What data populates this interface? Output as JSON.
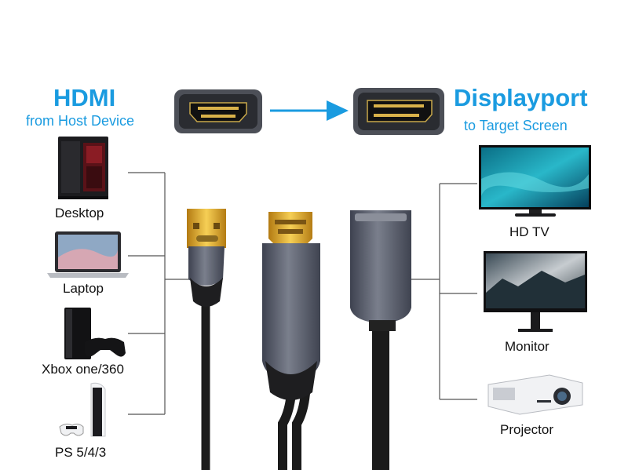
{
  "left_header": {
    "title": "HDMI",
    "subtitle": "from Host Device"
  },
  "right_header": {
    "title": "Displayport",
    "subtitle": "to Target Screen"
  },
  "source_devices": [
    {
      "label": "Desktop",
      "icon": "desktop-tower-icon"
    },
    {
      "label": "Laptop",
      "icon": "laptop-icon"
    },
    {
      "label": "Xbox one/360",
      "icon": "game-console-icon"
    },
    {
      "label": "PS 5/4/3",
      "icon": "playstation-5-icon"
    }
  ],
  "target_devices": [
    {
      "label": "HD TV",
      "icon": "tv-icon"
    },
    {
      "label": "Monitor",
      "icon": "monitor-icon"
    },
    {
      "label": "Projector",
      "icon": "projector-icon"
    }
  ],
  "colors": {
    "accent": "#1a9be0",
    "connector_shell": "#5b5f6b",
    "gold": "#e0a82a",
    "cable": "#1b1b1b"
  }
}
